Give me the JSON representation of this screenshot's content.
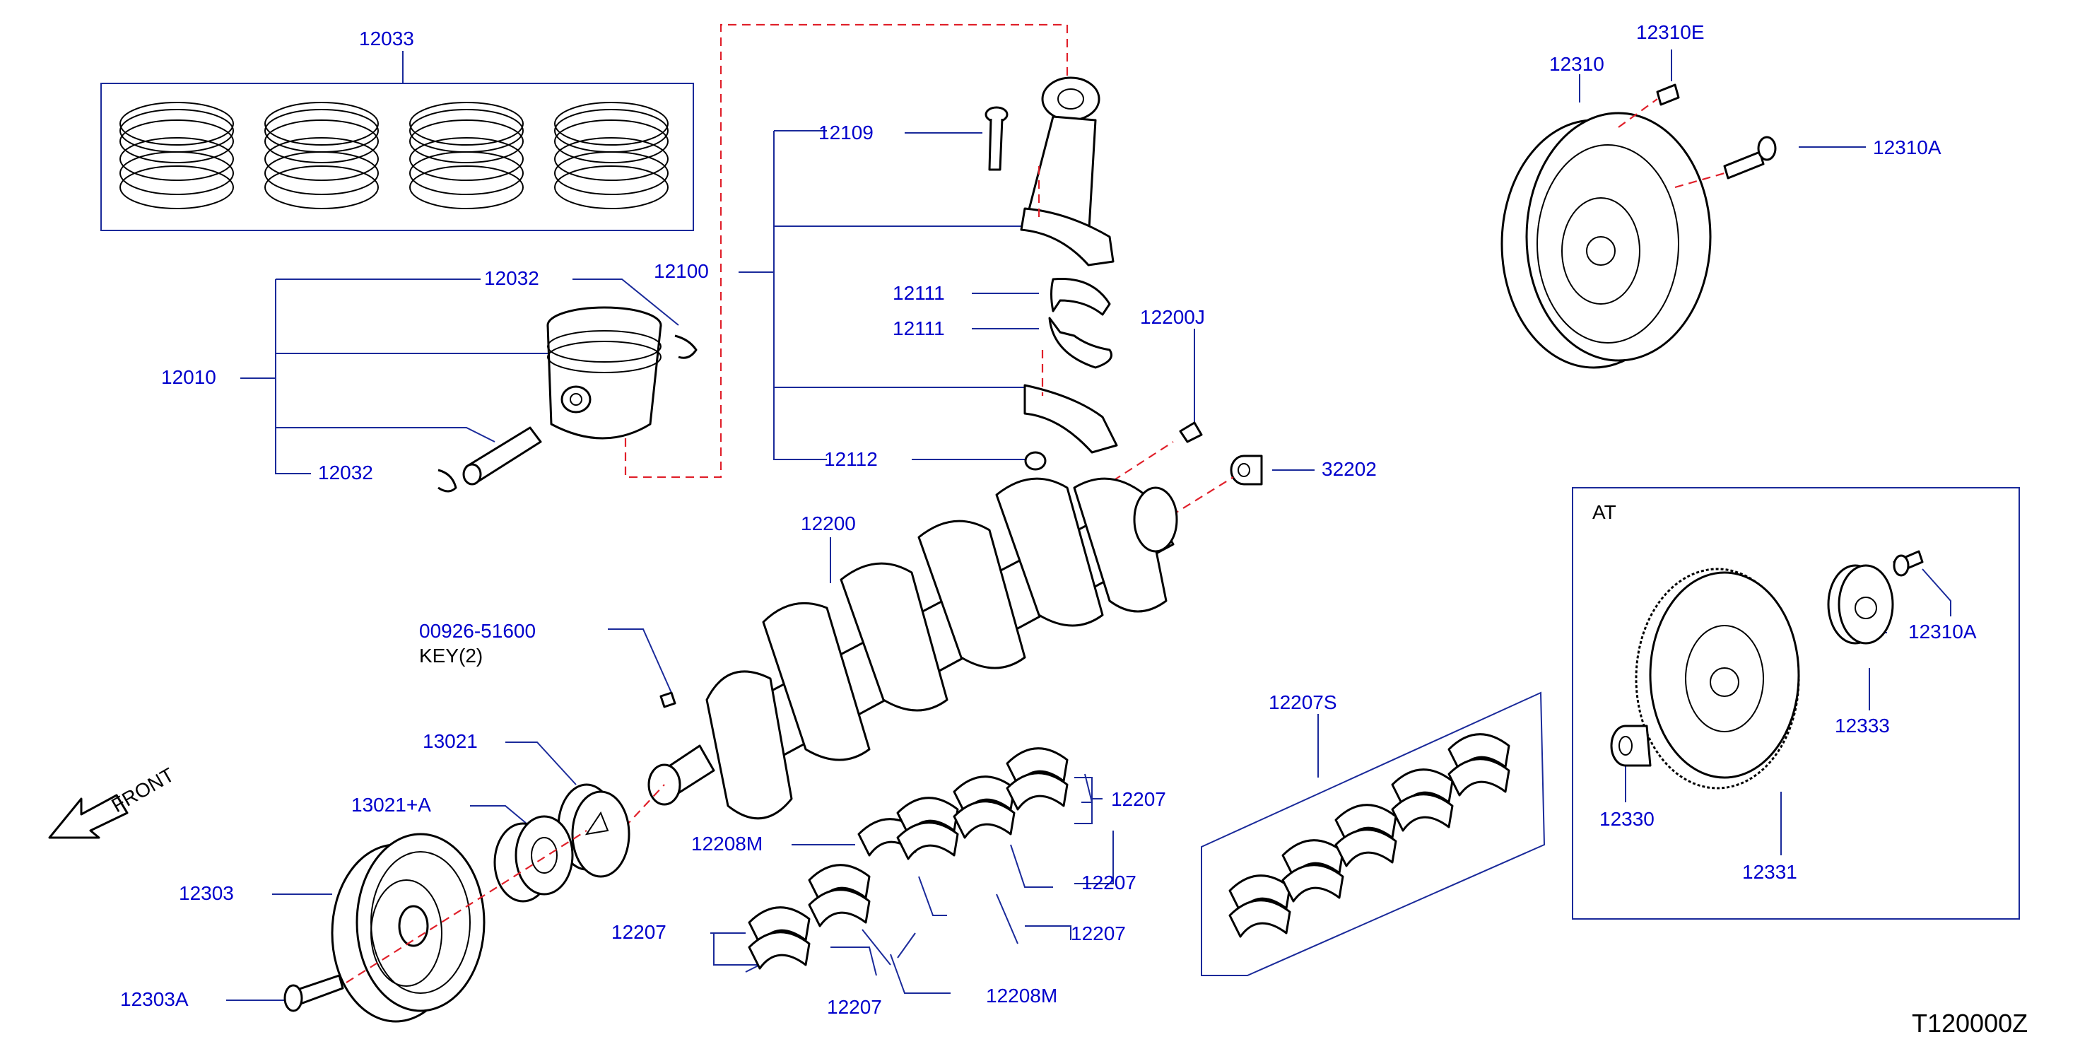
{
  "labels": {
    "p12033": "12033",
    "p12032a": "12032",
    "p12032b": "12032",
    "p12010": "12010",
    "p12100": "12100",
    "p12109": "12109",
    "p12111a": "12111",
    "p12111b": "12111",
    "p12112": "12112",
    "p12200J": "12200J",
    "p32202": "32202",
    "p12200": "12200",
    "p00926": "00926-51600",
    "key2": "KEY(2)",
    "p13021": "13021",
    "p13021A": "13021+A",
    "p12303": "12303",
    "p12303A": "12303A",
    "front": "FRONT",
    "p12208Ma": "12208M",
    "p12208Mb": "12208M",
    "p12207a": "12207",
    "p12207b": "12207",
    "p12207c": "12207",
    "p12207d": "12207",
    "p12207e": "12207",
    "p12207S": "12207S",
    "p12310": "12310",
    "p12310E": "12310E",
    "p12310A": "12310A",
    "at": "AT",
    "p12310A_at": "12310A",
    "p12333": "12333",
    "p12330": "12330",
    "p12331": "12331",
    "code": "T120000Z"
  },
  "colors": {
    "label": "#0000cc",
    "leader": "#1a2a9a",
    "centerline": "#e0202a",
    "outline": "#000000"
  }
}
